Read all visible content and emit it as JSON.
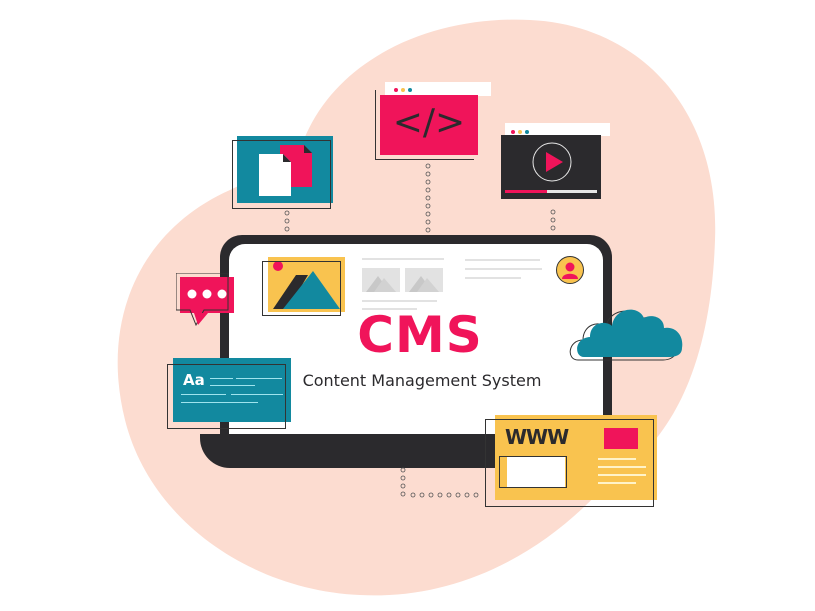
{
  "illustration": {
    "title": "CMS",
    "subtitle": "Content Management System",
    "colors": {
      "background_blob": "#fcdcd0",
      "accent_pink": "#f0145a",
      "teal": "#12899f",
      "yellow": "#f9c34f",
      "dark": "#2b2a2d",
      "white": "#ffffff"
    }
  },
  "cards": {
    "text_card_label": "Aa",
    "website_card_label": "WWW"
  },
  "icons": {
    "code": "</>",
    "play": "play-icon",
    "documents": "documents-icon",
    "cloud": "cloud-icon",
    "chat": "chat-bubble-icon",
    "user": "user-icon",
    "image": "image-icon"
  }
}
